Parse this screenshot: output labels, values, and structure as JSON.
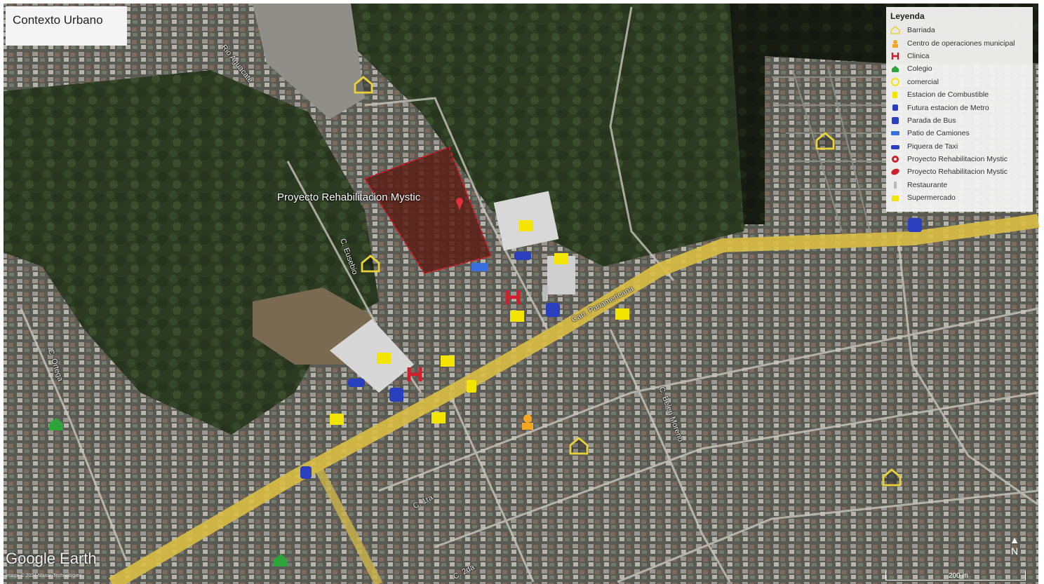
{
  "title": "Contexto Urbano",
  "project_label": "Proyecto Rehabilitacion Mystic",
  "legend": {
    "title": "Leyenda",
    "items": [
      {
        "label": "Barriada",
        "icon": "house-icon",
        "color": "#e8d23a"
      },
      {
        "label": "Centro de operaciones municipal",
        "icon": "officer-icon",
        "color": "#f5a623"
      },
      {
        "label": "Clinica",
        "icon": "hospital-icon",
        "color": "#d21d2a"
      },
      {
        "label": "Colegio",
        "icon": "school-icon",
        "color": "#2ea43a"
      },
      {
        "label": "comercial",
        "icon": "circle-icon",
        "color": "#f3e500"
      },
      {
        "label": "Estacion de Combustible",
        "icon": "fuel-icon",
        "color": "#f3e500"
      },
      {
        "label": "Futura estacion de Metro",
        "icon": "metro-icon",
        "color": "#2a3fbf"
      },
      {
        "label": "Parada de Bus",
        "icon": "bus-icon",
        "color": "#2a3fbf"
      },
      {
        "label": "Patio de Camiones",
        "icon": "truck-icon",
        "color": "#3a6fe0"
      },
      {
        "label": "Piquera de Taxi",
        "icon": "taxi-icon",
        "color": "#2a3fbf"
      },
      {
        "label": "Proyecto Rehabilitacion Mystic",
        "icon": "target-icon",
        "color": "#d21d2a"
      },
      {
        "label": "Proyecto Rehabilitacion Mystic",
        "icon": "polygon-icon",
        "color": "#d21d2a"
      },
      {
        "label": "Restaurante",
        "icon": "restaurant-icon",
        "color": "#bbbbbb"
      },
      {
        "label": "Supermercado",
        "icon": "shopping-icon",
        "color": "#f3e500"
      }
    ]
  },
  "roads": {
    "ro_aguacate": "Rio Aguacate",
    "c_eusebio": "C. Eusebio",
    "carr_panamericana": "Carr. Panamericana",
    "c_ortega": "C. Ortega",
    "c_belen_moreno": "C. Belen Moreno",
    "c_1ra": "C. 1ra",
    "c_2da": "C. 2da"
  },
  "attribution": {
    "brand": "Google Earth",
    "copyright": "Image © 2024 Maxar Technologies"
  },
  "scale_label": "200 m",
  "north_label": "N"
}
